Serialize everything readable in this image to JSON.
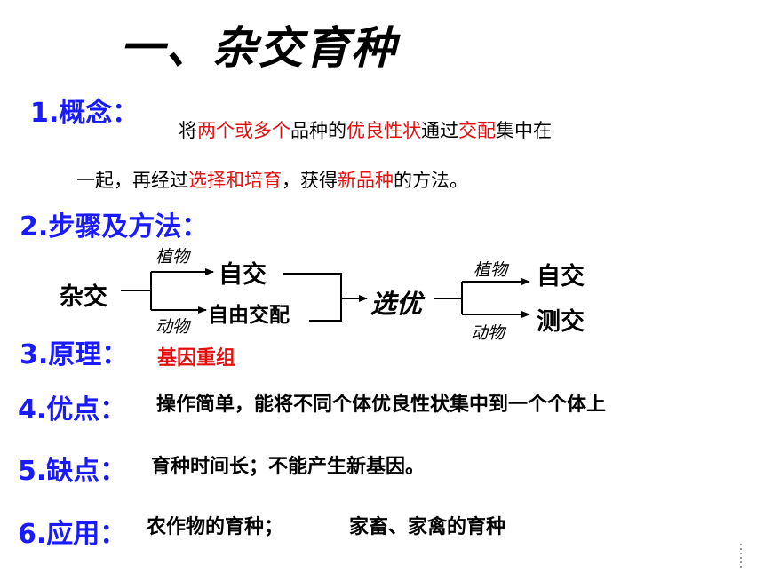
{
  "title": "一、杂交育种",
  "concept": {
    "heading": "1.概念：",
    "line1": [
      {
        "text": "将",
        "hl": false
      },
      {
        "text": "两个或多个",
        "hl": true
      },
      {
        "text": "品种的",
        "hl": false
      },
      {
        "text": "优良性状",
        "hl": true
      },
      {
        "text": "通过",
        "hl": false
      },
      {
        "text": "交配",
        "hl": true
      },
      {
        "text": "集中在",
        "hl": false
      }
    ],
    "line2": [
      {
        "text": "一起，再经过",
        "hl": false
      },
      {
        "text": "选择和培育",
        "hl": true
      },
      {
        "text": "，获得",
        "hl": false
      },
      {
        "text": "新品种",
        "hl": true
      },
      {
        "text": "的方法。",
        "hl": false
      }
    ]
  },
  "steps": {
    "heading": "2.步骤及方法：",
    "start": "杂交",
    "plant_label": "植物",
    "animal_label": "动物",
    "self_cross": "自交",
    "free_mating": "自由交配",
    "select": "选优",
    "plant_label2": "植物",
    "animal_label2": "动物",
    "result_self": "自交",
    "result_test": "测交"
  },
  "principle": {
    "heading": "3.原理：",
    "text": "基因重组"
  },
  "advantage": {
    "heading": "4.优点：",
    "text": "操作简单，能将不同个体优良性状集中到一个个体上"
  },
  "disadvantage": {
    "heading": "5.缺点：",
    "text": "育种时间长；不能产生新基因。"
  },
  "application": {
    "heading": "6.应用：",
    "text1": "农作物的育种；",
    "text2": "家畜、家禽的育种"
  },
  "colors": {
    "heading": "#1a1aff",
    "highlight": "#e01010",
    "text": "#000000"
  }
}
